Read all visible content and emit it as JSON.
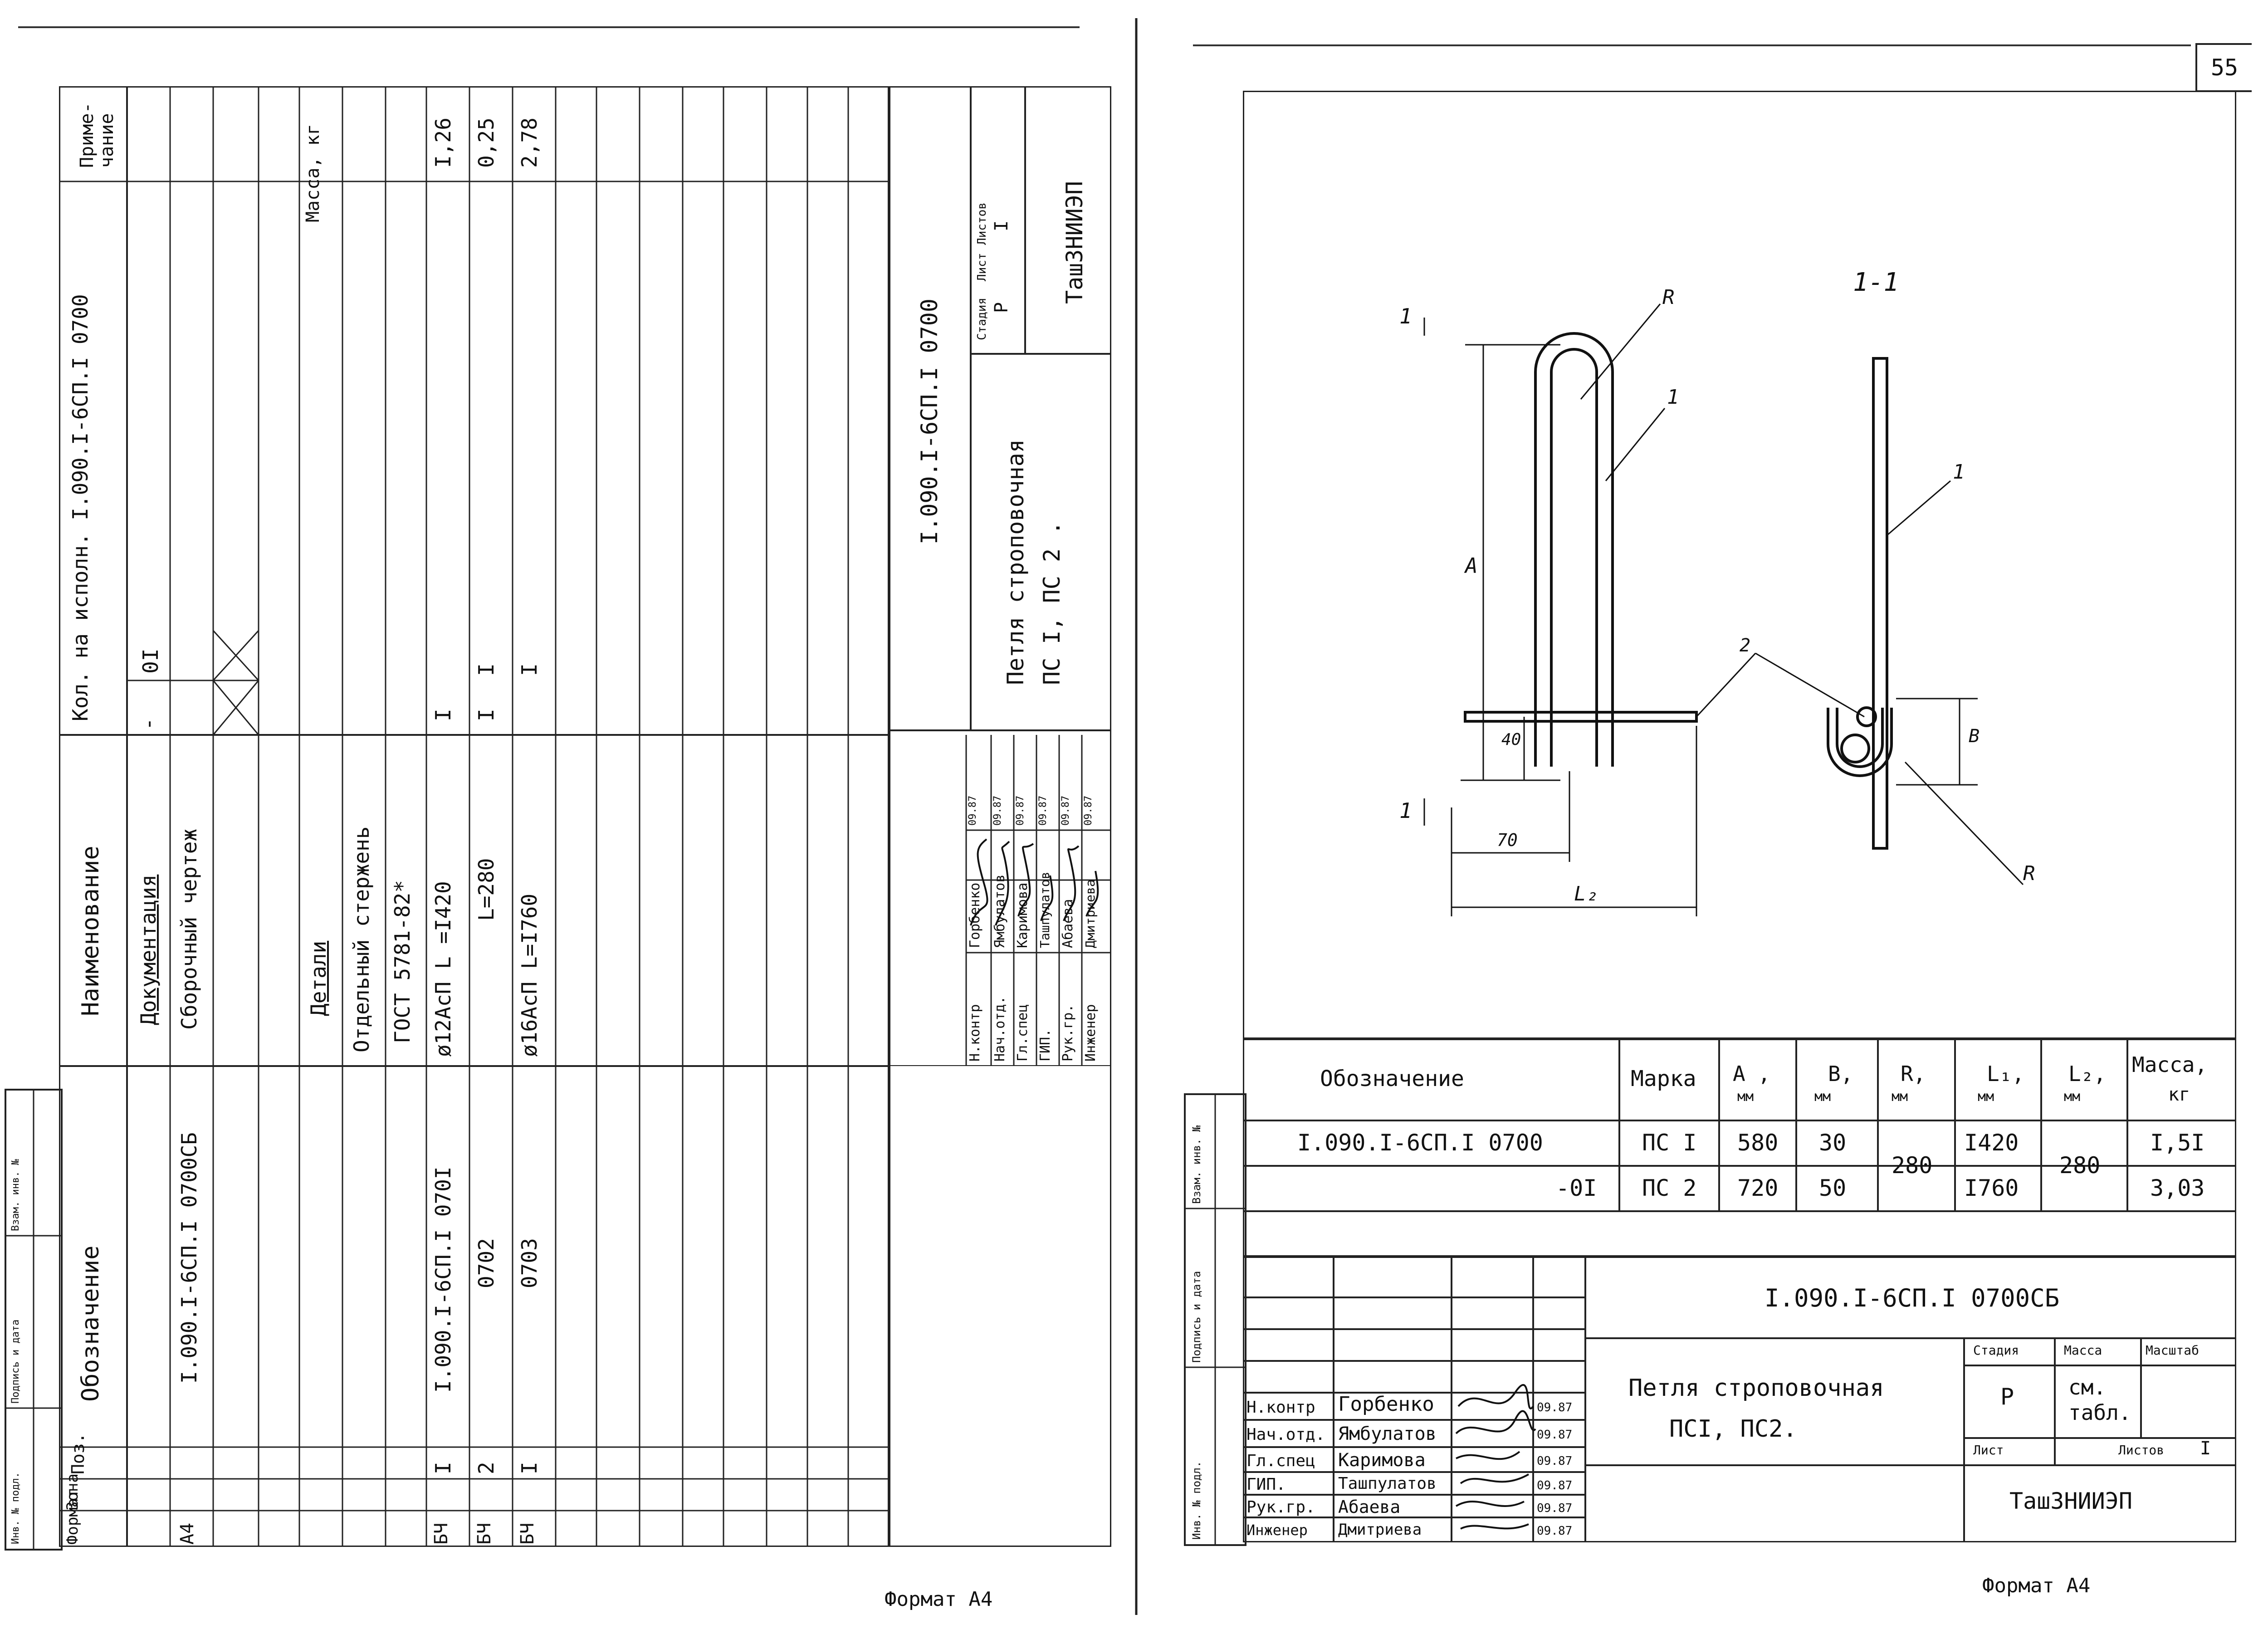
{
  "page_number": "55",
  "left_sheet": {
    "spec_headers": {
      "format": "Формат",
      "zone": "Зона",
      "pos": "Поз.",
      "designation": "Обозначение",
      "name": "Наименование",
      "qty_label": "Кол. на исполн.",
      "doc_code": "I.090.I-6СП.I 0700",
      "exec_dash": "-",
      "exec_01": "0I",
      "note_label": "Приме-\nчание"
    },
    "spec_rows": [
      {
        "format": "",
        "pos": "",
        "designation": "",
        "name": "Документация",
        "q1": "",
        "q2": "",
        "note": ""
      },
      {
        "format": "А4",
        "pos": "",
        "designation": "I.090.I-6СП.I 0700СБ",
        "name": "Сборочный чертеж",
        "q1": "",
        "q2": "",
        "note": ""
      },
      {
        "format": "",
        "pos": "",
        "designation": "",
        "name": "Детали",
        "q1": "",
        "q2": "",
        "note": "Масса, кг"
      },
      {
        "format": "",
        "pos": "",
        "designation": "",
        "name": "Отдельный стержень",
        "q1": "",
        "q2": "",
        "note": ""
      },
      {
        "format": "",
        "pos": "",
        "designation": "",
        "name": "ГОСТ 5781-82*",
        "q1": "",
        "q2": "",
        "note": ""
      },
      {
        "format": "БЧ",
        "pos": "I",
        "designation": "I.090.I-6СП.I 070I",
        "name": "ø12АсП L =I420",
        "q1": "I",
        "q2": "",
        "note": "I,26"
      },
      {
        "format": "БЧ",
        "pos": "2",
        "designation": "0702",
        "name": "L=280",
        "q1": "I",
        "q2": "I",
        "note": "0,25"
      },
      {
        "format": "БЧ",
        "pos": "I",
        "designation": "0703",
        "name": "ø16АсП L=I760",
        "q1": "",
        "q2": "I",
        "note": "2,78"
      }
    ],
    "title_block": {
      "doc_number": "I.090.I-6СП.I 0700",
      "title": "Петля строповочная",
      "subtitle": "ПС I, ПС 2 .",
      "stage_label": "Стадия",
      "stage": "Р",
      "sheet_label": "Лист",
      "sheets_label": "Листов",
      "sheets": "I",
      "organization": "ТашЗНИИЭП"
    },
    "signatures": [
      {
        "role": "Н.контр",
        "name": "Горбенко",
        "date": "09.87"
      },
      {
        "role": "Нач.отд.",
        "name": "Ямбулатов",
        "date": "09.87"
      },
      {
        "role": "Гл.спец",
        "name": "Каримова",
        "date": "09.87"
      },
      {
        "role": "ГИП.",
        "name": "Ташпулатов",
        "date": "09.87"
      },
      {
        "role": "Рук.гр.",
        "name": "Абаева",
        "date": "09.87"
      },
      {
        "role": "Инженер",
        "name": "Дмитриева",
        "date": "09.87"
      }
    ],
    "side_labels": [
      "Инв. № подл.",
      "Подпись и дата",
      "Взам. инв. №"
    ],
    "format_caption": "Формат А4"
  },
  "right_sheet": {
    "drawing": {
      "section_label": "1-1",
      "cut_mark": "1",
      "leader_R": "R",
      "leader_1": "1",
      "leader_2": "2",
      "dim_A": "A",
      "dim_40": "40",
      "dim_70": "70",
      "dim_L2": "L₂",
      "dim_B": "B"
    },
    "table": {
      "headers": {
        "designation": "Обозначение",
        "mark": "Марка",
        "A": "A ,",
        "A_unit": "мм",
        "B": "B,",
        "B_unit": "мм",
        "R": "R,",
        "R_unit": "мм",
        "L1": "L₁,",
        "L1_unit": "мм",
        "L2": "L₂,",
        "L2_unit": "мм",
        "mass": "Масса,",
        "mass_unit": "кг"
      },
      "rows": [
        {
          "designation": "I.090.I-6СП.I 0700",
          "mark": "ПС I",
          "A": "580",
          "B": "30",
          "L1": "I420",
          "mass": "I,5I"
        },
        {
          "designation": "-0I",
          "mark": "ПС 2",
          "A": "720",
          "B": "50",
          "L1": "I760",
          "mass": "3,03"
        }
      ],
      "shared_R": "280",
      "shared_L2": "280"
    },
    "title_block": {
      "doc_number": "I.090.I-6СП.I 0700СБ",
      "title": "Петля строповочная",
      "subtitle": "ПСI, ПС2.",
      "stage_label": "Стадия",
      "mass_label": "Масса",
      "scale_label": "Масштаб",
      "stage": "Р",
      "mass_value": "см. табл.",
      "sheet_label": "Лист",
      "sheets_label": "Листов",
      "sheets": "I",
      "organization": "ТашЗНИИЭП"
    },
    "signatures": [
      {
        "role": "Н.контр",
        "name": "Горбенко",
        "date": "09.87"
      },
      {
        "role": "Нач.отд.",
        "name": "Ямбулатов",
        "date": "09.87"
      },
      {
        "role": "Гл.спец",
        "name": "Каримова",
        "date": "09.87"
      },
      {
        "role": "ГИП.",
        "name": "Ташпулатов",
        "date": "09.87"
      },
      {
        "role": "Рук.гр.",
        "name": "Абаева",
        "date": "09.87"
      },
      {
        "role": "Инженер",
        "name": "Дмитриева",
        "date": "09.87"
      }
    ],
    "side_labels": [
      "Инв. № подл.",
      "Подпись и дата",
      "Взам. инв. №"
    ],
    "format_caption": "Формат А4"
  }
}
